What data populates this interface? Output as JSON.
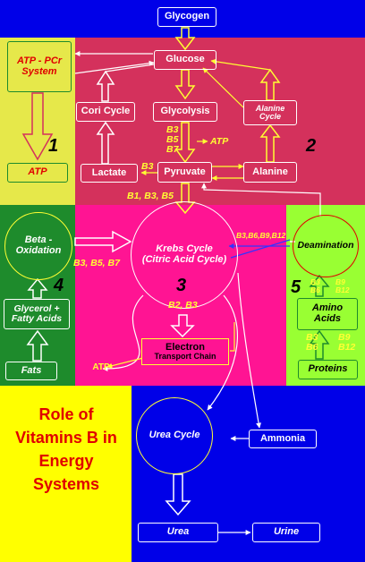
{
  "colors": {
    "blue": "#0000e8",
    "red": "#d4315c",
    "pink": "#ff1493",
    "green": "#1e8b2c",
    "lime": "#99ff33",
    "pale_yellow": "#e6e84a",
    "yellow": "#ffff00",
    "title_red": "#e00000",
    "arrow_yellow": "#ffff33"
  },
  "nodes": {
    "glycogen": "Glycogen",
    "glucose": "Glucose",
    "atp_pcr": "ATP - PCr System",
    "cori_cycle": "Cori Cycle",
    "glycolysis": "Glycolysis",
    "alanine_cycle": "Alanine Cycle",
    "lactate": "Lactate",
    "pyruvate": "Pyruvate",
    "alanine": "Alanine",
    "atp_1": "ATP",
    "beta_oxidation": "Beta - Oxidation",
    "krebs_cycle": "Krebs Cycle (Citric Acid Cycle)",
    "deamination": "Deamination",
    "glycerol_fatty_acids": "Glycerol + Fatty Acids",
    "fats": "Fats",
    "electron_transport_1": "Electron",
    "electron_transport_2": "Transport Chain",
    "atp_3": "ATP",
    "amino_acids": "Amino Acids",
    "proteins": "Proteins",
    "urea_cycle": "Urea Cycle",
    "ammonia": "Ammonia",
    "urea": "Urea",
    "urine": "Urine",
    "atp_glycolysis": "ATP"
  },
  "vitamins": {
    "glycolysis": "B3\nB5\nB7",
    "lactate": "B3",
    "pyruvate_to_krebs": "B1, B3, B5",
    "beta_oxidation": "B3, B5, B7",
    "krebs": "B2, B3",
    "deamination": "B3,B6,B9,B12",
    "amino_left": "B3\nB6",
    "amino_right": "B9\nB12",
    "protein_left": "B3\nB6",
    "protein_right": "B9\nB12"
  },
  "region_numbers": {
    "r1": "1",
    "r2": "2",
    "r3": "3",
    "r4": "4",
    "r5": "5"
  },
  "title": "Role of Vitamins B in Energy Systems"
}
